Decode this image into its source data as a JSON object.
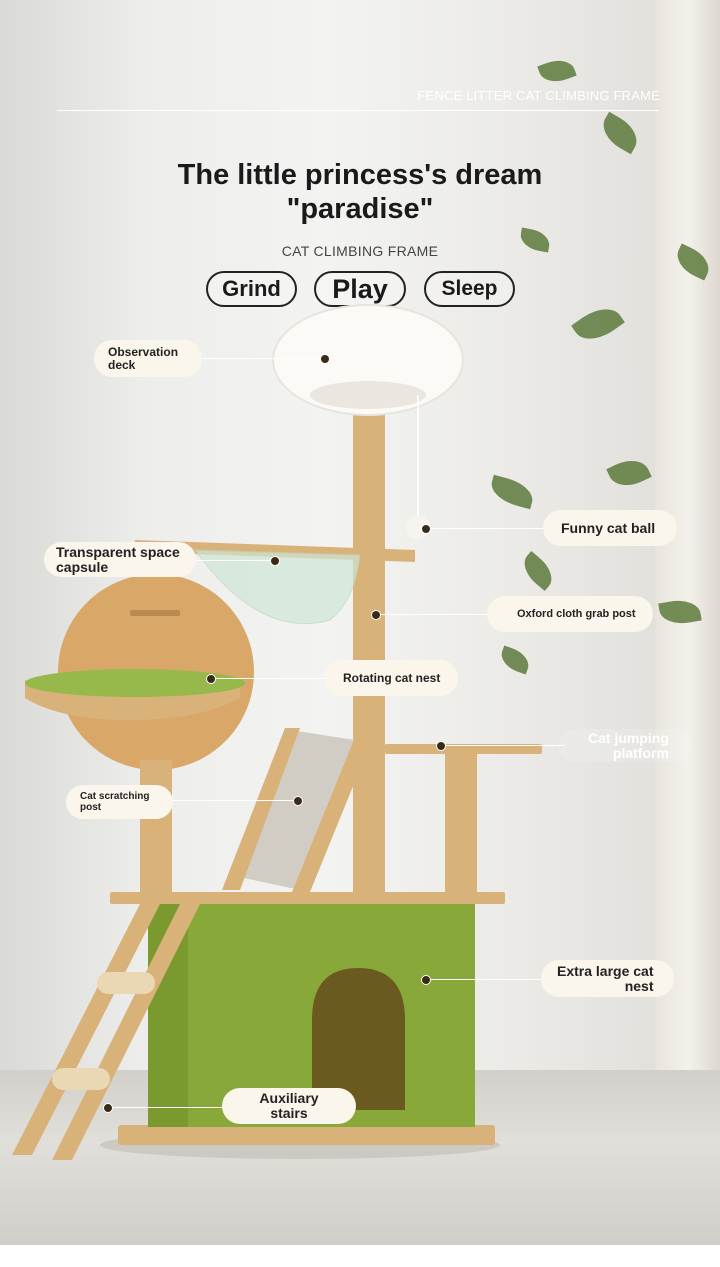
{
  "header": {
    "top_caption": "FENCE LITTER CAT CLIMBING FRAME",
    "headline_line1": "The little princess's dream",
    "headline_line2": "\"paradise\"",
    "subheading": "CAT CLIMBING FRAME"
  },
  "tags": [
    "Grind",
    "Play",
    "Sleep"
  ],
  "callouts": {
    "observation_deck": [
      "Observation",
      "deck"
    ],
    "funny_cat_ball": "Funny cat ball",
    "space_capsule": [
      "Transparent space",
      "capsule"
    ],
    "grab_post": "Oxford cloth grab post",
    "rotating_nest": "Rotating cat nest",
    "jumping_platform": [
      "Cat jumping",
      "platform"
    ],
    "scratching_post": [
      "Cat scratching",
      "post"
    ],
    "large_nest": [
      "Extra large cat",
      "nest"
    ],
    "auxiliary_stairs": [
      "Auxiliary",
      "stairs"
    ]
  },
  "colors": {
    "wood": "#d9b27a",
    "green_fabric": "#88a83a",
    "cushion": "#97b84a",
    "label_bg": "#fbf6ec",
    "text_dark": "#1a1a1a"
  }
}
